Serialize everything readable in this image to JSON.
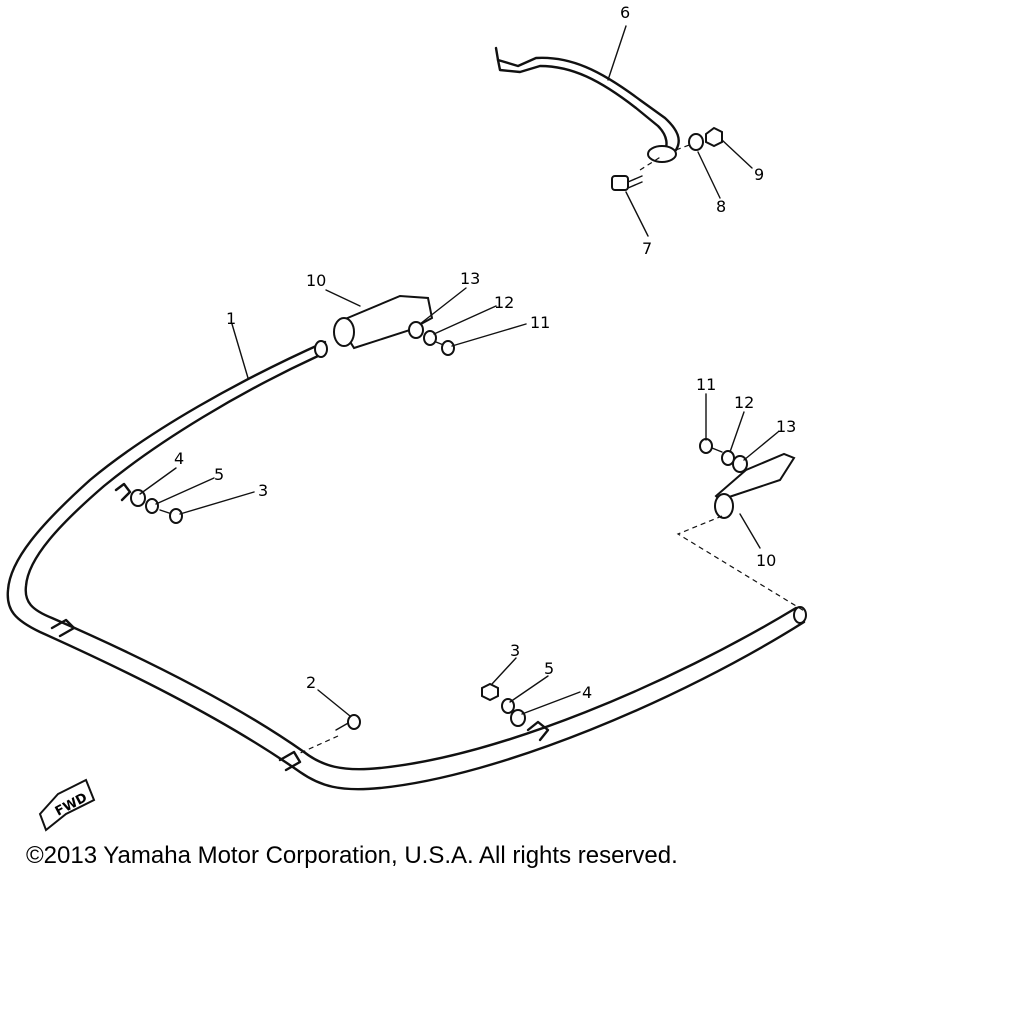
{
  "callouts": {
    "c1": "1",
    "c2": "2",
    "c3a": "3",
    "c3b": "3",
    "c4a": "4",
    "c4b": "4",
    "c5a": "5",
    "c5b": "5",
    "c6": "6",
    "c7": "7",
    "c8": "8",
    "c9": "9",
    "c10a": "10",
    "c10b": "10",
    "c11a": "11",
    "c11b": "11",
    "c12a": "12",
    "c12b": "12",
    "c13a": "13",
    "c13b": "13"
  },
  "fwd_label": "FWD",
  "copyright": "©2013 Yamaha Motor Corporation, U.S.A. All rights reserved."
}
